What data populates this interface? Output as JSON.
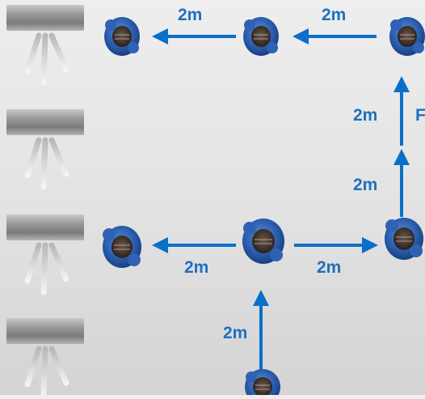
{
  "colors": {
    "arrow": "#0a6fc8",
    "label": "#1f6fbf",
    "background": "#e6e6e6",
    "robot_body": "#2c64b8",
    "robot_dark": "#3a2c24"
  },
  "icons": {
    "light": "ceiling-light-icon",
    "robot": "robot-icon"
  },
  "distances": {
    "top_left": "2m",
    "top_right": "2m",
    "right_upper": "2m",
    "right_lower": "2m",
    "middle_left": "2m",
    "middle_right": "2m",
    "bottom": "2m"
  },
  "edge_fragment": "F"
}
